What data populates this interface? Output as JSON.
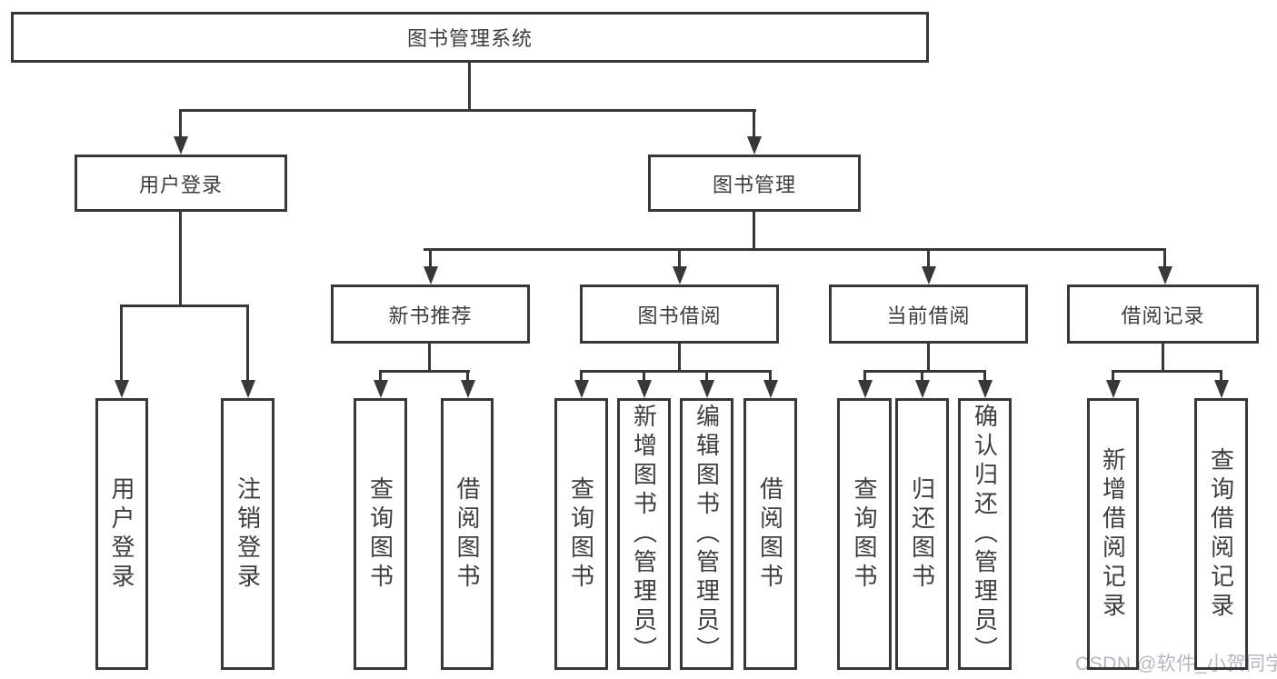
{
  "diagram": {
    "title": "图书管理系统",
    "root": {
      "label": "图书管理系统"
    },
    "level2": [
      {
        "label": "用户登录"
      },
      {
        "label": "图书管理"
      }
    ],
    "level3": [
      {
        "label": "新书推荐",
        "parent": "图书管理"
      },
      {
        "label": "图书借阅",
        "parent": "图书管理"
      },
      {
        "label": "当前借阅",
        "parent": "图书管理"
      },
      {
        "label": "借阅记录",
        "parent": "图书管理"
      }
    ],
    "leaves": [
      {
        "label": "用户登录",
        "parent": "用户登录"
      },
      {
        "label": "注销登录",
        "parent": "用户登录"
      },
      {
        "label": "查询图书",
        "parent": "新书推荐"
      },
      {
        "label": "借阅图书",
        "parent": "新书推荐"
      },
      {
        "label": "查询图书",
        "parent": "图书借阅"
      },
      {
        "label": "新增图书（管理员）",
        "parent": "图书借阅"
      },
      {
        "label": "编辑图书（管理员）",
        "parent": "图书借阅"
      },
      {
        "label": "借阅图书",
        "parent": "图书借阅"
      },
      {
        "label": "查询图书",
        "parent": "当前借阅"
      },
      {
        "label": "归还图书",
        "parent": "当前借阅"
      },
      {
        "label": "确认归还（管理员）",
        "parent": "当前借阅"
      },
      {
        "label": "新增借阅记录",
        "parent": "借阅记录"
      },
      {
        "label": "查询借阅记录",
        "parent": "借阅记录"
      }
    ]
  },
  "watermark": {
    "text": "CSDN @软件_小贺同学"
  },
  "colors": {
    "line": "#383838",
    "text": "#3d3d3d",
    "background": "#ffffff",
    "watermark": "#b4b8be"
  }
}
